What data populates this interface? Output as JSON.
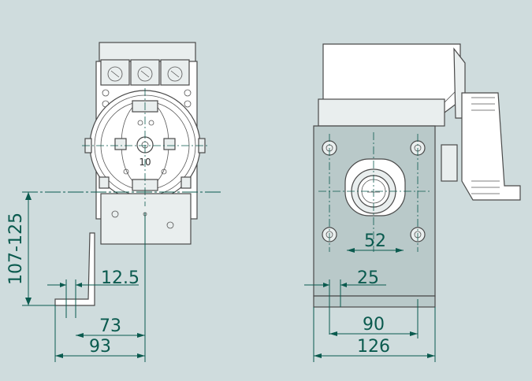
{
  "colors": {
    "background": "#cfdcdd",
    "dimension": "#0a5a4e",
    "outline": "#4a4a4a",
    "plate": "#b9c9c9"
  },
  "left_view": {
    "dial_label": "10",
    "dimensions": {
      "height_range": "107-125",
      "offset": "12.5",
      "width_73": "73",
      "width_93": "93"
    }
  },
  "right_view": {
    "dimensions": {
      "hole_spacing_vertical": "52",
      "offset": "25",
      "width_90": "90",
      "width_126": "126"
    }
  }
}
